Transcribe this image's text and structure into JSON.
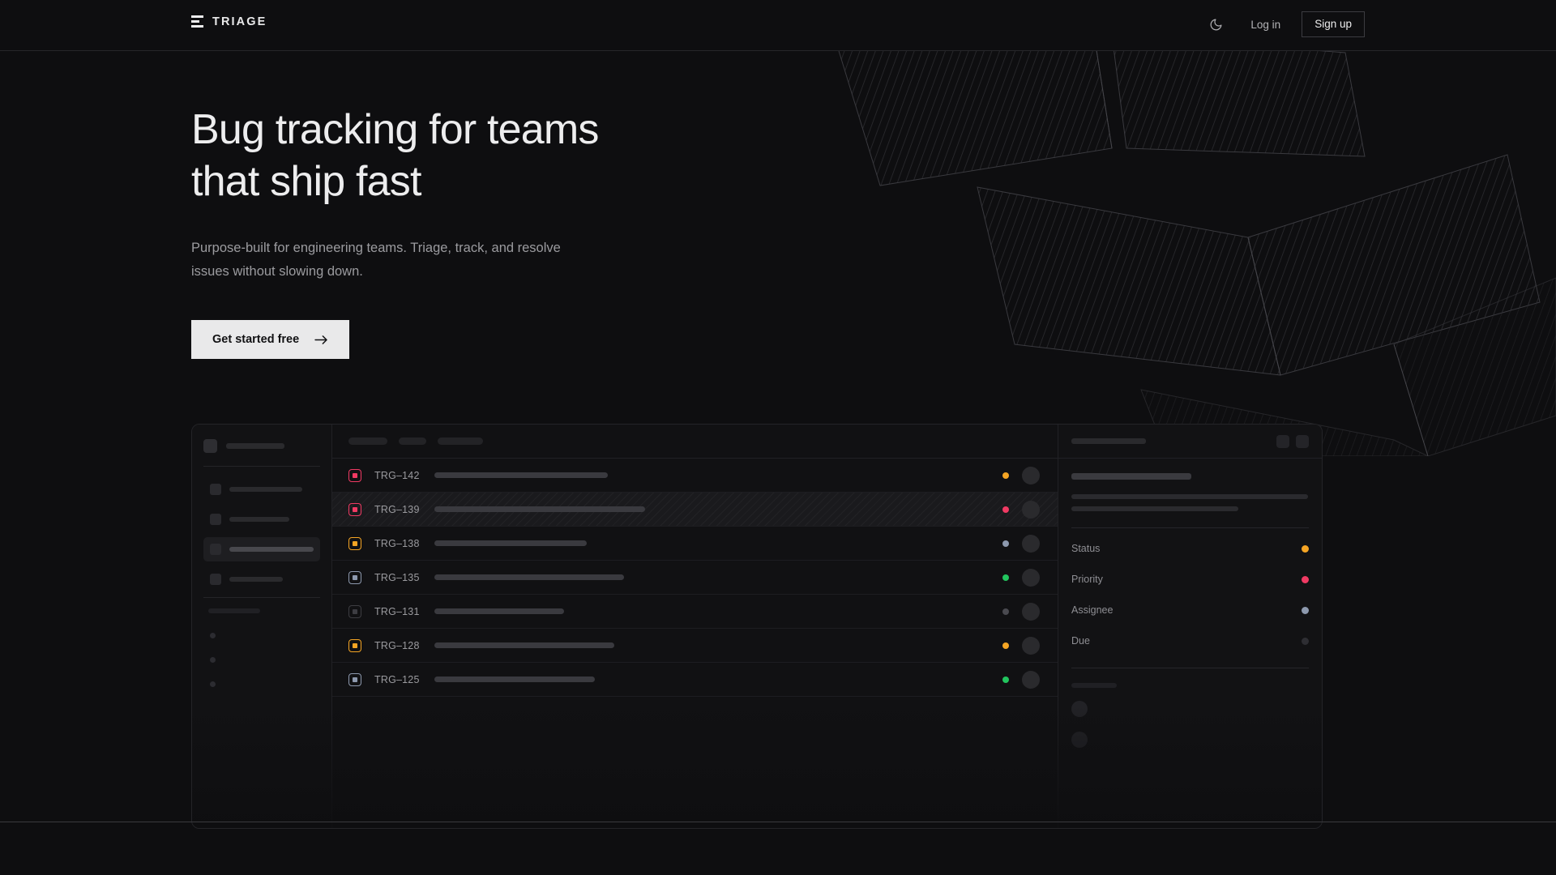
{
  "header": {
    "brand": "TRIAGE",
    "brand_icon": "stacked-bars-icon",
    "theme_toggle_icon": "moon-icon",
    "login_label": "Log in",
    "signup_label": "Sign up"
  },
  "hero": {
    "title_line1": "Bug tracking for teams",
    "title_line2": "that ship fast",
    "subtitle": "Purpose-built for engineering teams. Triage, track, and resolve issues without slowing down.",
    "cta_label": "Get started free",
    "cta_icon": "arrow-right-icon"
  },
  "colors": {
    "background": "#0e0e10",
    "panel": "#121214",
    "border": "#242428",
    "text_primary": "#ededee",
    "text_muted": "#9b9b9f",
    "accent_light": "#e9e9ea",
    "priority_urgent": "#f03a63",
    "priority_high": "#f5a524",
    "priority_medium": "#8d99ae",
    "priority_low": "#3d3d42",
    "status_done": "#22c55e"
  },
  "app_mock": {
    "sidebar": {
      "brand_placeholder_width": 72,
      "nav_items": [
        {
          "name": "nav-item-1",
          "width": 90,
          "active": false
        },
        {
          "name": "nav-item-2",
          "width": 74,
          "active": false
        },
        {
          "name": "nav-item-3",
          "width": 112,
          "active": true
        },
        {
          "name": "nav-item-4",
          "width": 66,
          "active": false
        }
      ],
      "section_label_width": 64,
      "dot_items": [
        "dot-item-1",
        "dot-item-2",
        "dot-item-3"
      ]
    },
    "list_toolbar": {
      "chips": [
        {
          "width": 48
        },
        {
          "width": 34
        },
        {
          "width": 56
        }
      ]
    },
    "issues": [
      {
        "id": "TRG–142",
        "priority": "#f03a63",
        "status": "#f5a524",
        "title_width": 214,
        "selected": false
      },
      {
        "id": "TRG–139",
        "priority": "#f03a63",
        "status": "#f03a63",
        "title_width": 260,
        "selected": true
      },
      {
        "id": "TRG–138",
        "priority": "#f5a524",
        "status": "#8d99ae",
        "title_width": 188,
        "selected": false
      },
      {
        "id": "TRG–135",
        "priority": "#8d99ae",
        "status": "#22c55e",
        "title_width": 234,
        "selected": false
      },
      {
        "id": "TRG–131",
        "priority": "#3d3d42",
        "status": "#4a4a50",
        "title_width": 160,
        "selected": false
      },
      {
        "id": "TRG–128",
        "priority": "#f5a524",
        "status": "#f5a524",
        "title_width": 222,
        "selected": false
      },
      {
        "id": "TRG–125",
        "priority": "#8d99ae",
        "status": "#22c55e",
        "title_width": 198,
        "selected": false
      }
    ],
    "detail": {
      "header_title_width": 92,
      "header_buttons": [
        "detail-action-1",
        "detail-action-2"
      ],
      "title_width": 148,
      "description_line_widths": [
        292,
        206
      ],
      "meta": [
        {
          "label": "Status",
          "color": "#f5a524"
        },
        {
          "label": "Priority",
          "color": "#f03a63"
        },
        {
          "label": "Assignee",
          "color": "#8d99ae"
        },
        {
          "label": "Due",
          "color": "#2e2e33"
        }
      ],
      "activity_label_width": 56,
      "activity_avatars": [
        "activity-avatar-1",
        "activity-avatar-2"
      ]
    }
  }
}
